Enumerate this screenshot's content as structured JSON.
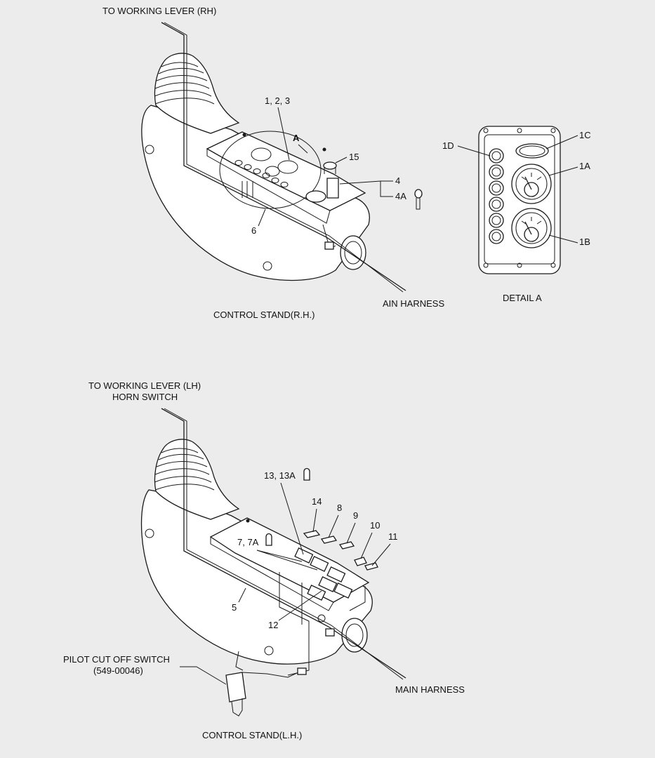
{
  "upper": {
    "to_lever": "TO WORKING LEVER (RH)",
    "callout_123": "1, 2, 3",
    "detail_ref": "A",
    "callout_15": "15",
    "callout_4": "4",
    "callout_4a": "4A",
    "callout_6": "6",
    "harness": "AIN HARNESS",
    "stand": "CONTROL STAND(R.H.)"
  },
  "detail": {
    "callout_1c": "1C",
    "callout_1d": "1D",
    "callout_1a": "1A",
    "callout_1b": "1B",
    "caption": "DETAIL  A"
  },
  "lower": {
    "to_lever_line1": "TO WORKING LEVER (LH)",
    "to_lever_line2": "HORN SWITCH",
    "callout_13": "13, 13A",
    "callout_14": "14",
    "callout_8": "8",
    "callout_9": "9",
    "callout_10": "10",
    "callout_11": "11",
    "callout_7": "7, 7A",
    "callout_5": "5",
    "callout_12": "12",
    "pilot_switch_line1": "PILOT CUT OFF SWITCH",
    "pilot_switch_line2": "(549-00046)",
    "harness": "MAIN HARNESS",
    "stand": "CONTROL STAND(L.H.)"
  }
}
